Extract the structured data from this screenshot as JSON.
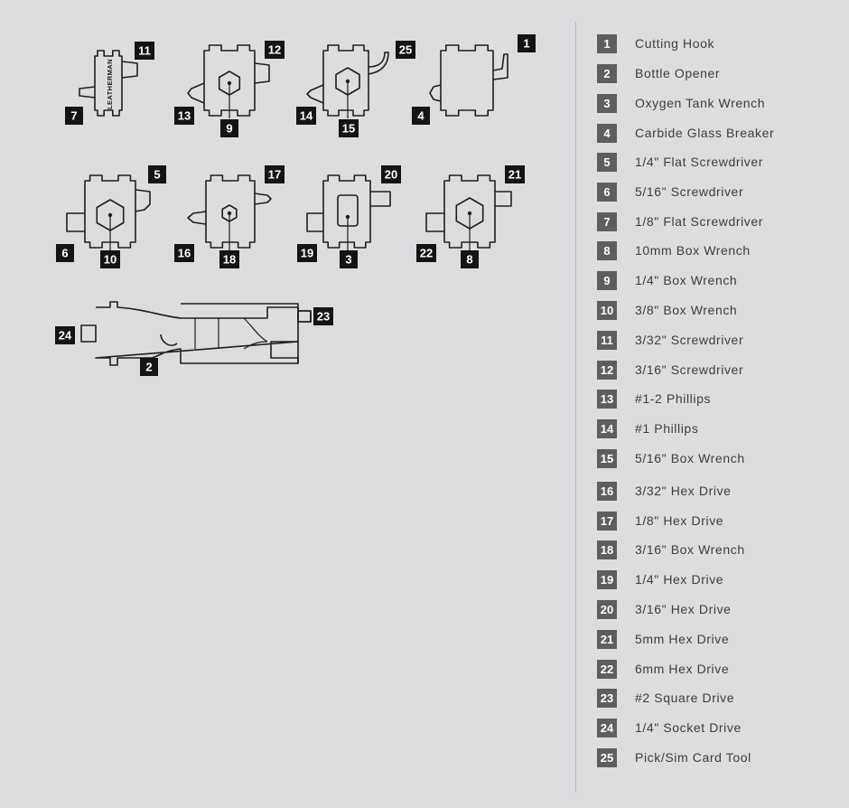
{
  "brand_text": "LEATHERMAN",
  "colors": {
    "background": "#dcdddf",
    "badge": "#141414",
    "legend_badge": "#5d5e60",
    "outline": "#1e1e1e",
    "label": "#3c3d3f"
  },
  "legend": [
    {
      "num": "1",
      "label": "Cutting Hook"
    },
    {
      "num": "2",
      "label": "Bottle Opener"
    },
    {
      "num": "3",
      "label": "Oxygen Tank Wrench"
    },
    {
      "num": "4",
      "label": "Carbide Glass Breaker"
    },
    {
      "num": "5",
      "label": "1/4\" Flat Screwdriver"
    },
    {
      "num": "6",
      "label": "5/16\" Screwdriver"
    },
    {
      "num": "7",
      "label": "1/8\" Flat Screwdriver"
    },
    {
      "num": "8",
      "label": "10mm Box Wrench"
    },
    {
      "num": "9",
      "label": "1/4\" Box Wrench"
    },
    {
      "num": "10",
      "label": "3/8\" Box Wrench"
    },
    {
      "num": "11",
      "label": "3/32\" Screwdriver"
    },
    {
      "num": "12",
      "label": "3/16\" Screwdriver"
    },
    {
      "num": "13",
      "label": "#1-2 Phillips"
    },
    {
      "num": "14",
      "label": "#1 Phillips"
    },
    {
      "num": "15",
      "label": "5/16\" Box Wrench"
    },
    {
      "num": "16",
      "label": "3/32\" Hex Drive"
    },
    {
      "num": "17",
      "label": "1/8\" Hex Drive"
    },
    {
      "num": "18",
      "label": "3/16\" Box Wrench"
    },
    {
      "num": "19",
      "label": "1/4\" Hex Drive"
    },
    {
      "num": "20",
      "label": "3/16\" Hex Drive"
    },
    {
      "num": "21",
      "label": "5mm Hex Drive"
    },
    {
      "num": "22",
      "label": "6mm Hex Drive"
    },
    {
      "num": "23",
      "label": "#2 Square Drive"
    },
    {
      "num": "24",
      "label": "1/4\" Socket Drive"
    },
    {
      "num": "25",
      "label": "Pick/Sim Card Tool"
    }
  ],
  "diagram_badges": [
    {
      "num": "11"
    },
    {
      "num": "7"
    },
    {
      "num": "12"
    },
    {
      "num": "13"
    },
    {
      "num": "9"
    },
    {
      "num": "25"
    },
    {
      "num": "14"
    },
    {
      "num": "15"
    },
    {
      "num": "1"
    },
    {
      "num": "4"
    },
    {
      "num": "5"
    },
    {
      "num": "6"
    },
    {
      "num": "10"
    },
    {
      "num": "17"
    },
    {
      "num": "16"
    },
    {
      "num": "18"
    },
    {
      "num": "20"
    },
    {
      "num": "19"
    },
    {
      "num": "3"
    },
    {
      "num": "21"
    },
    {
      "num": "22"
    },
    {
      "num": "8"
    },
    {
      "num": "23"
    },
    {
      "num": "24"
    },
    {
      "num": "2"
    }
  ]
}
